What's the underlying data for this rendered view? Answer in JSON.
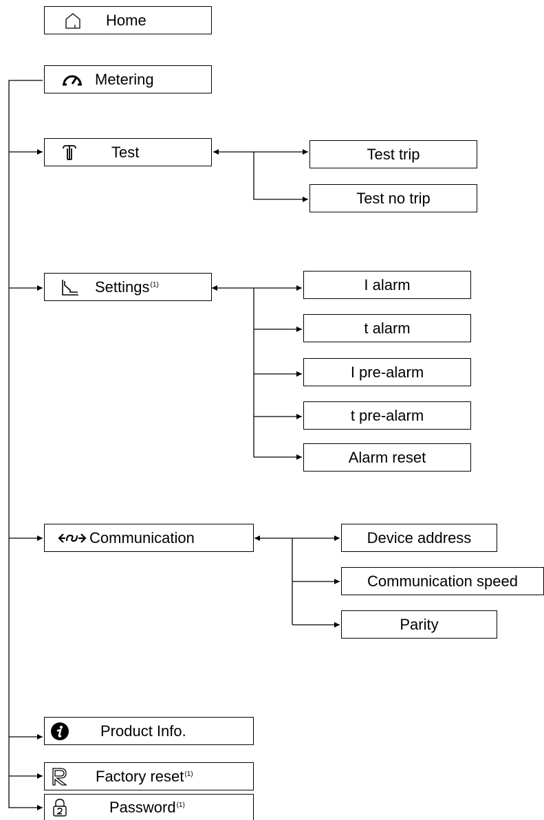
{
  "menu": {
    "home": "Home",
    "metering": "Metering",
    "test": "Test",
    "settings": "Settings",
    "communication": "Communication",
    "product_info": "Product Info.",
    "factory_reset": "Factory reset",
    "password": "Password",
    "footnote_mark": "(1)"
  },
  "test_submenu": [
    "Test trip",
    "Test no trip"
  ],
  "settings_submenu": [
    "I alarm",
    "t alarm",
    "I pre-alarm",
    "t pre-alarm",
    "Alarm reset"
  ],
  "communication_submenu": [
    "Device address",
    "Communication speed",
    "Parity"
  ],
  "icons": {
    "home": "home-icon",
    "metering": "gauge-icon",
    "test": "test-icon",
    "settings": "curve-icon",
    "communication": "exchange-arrows-icon",
    "product_info": "info-icon",
    "factory_reset": "reset-r-icon",
    "password": "padlock-icon"
  }
}
